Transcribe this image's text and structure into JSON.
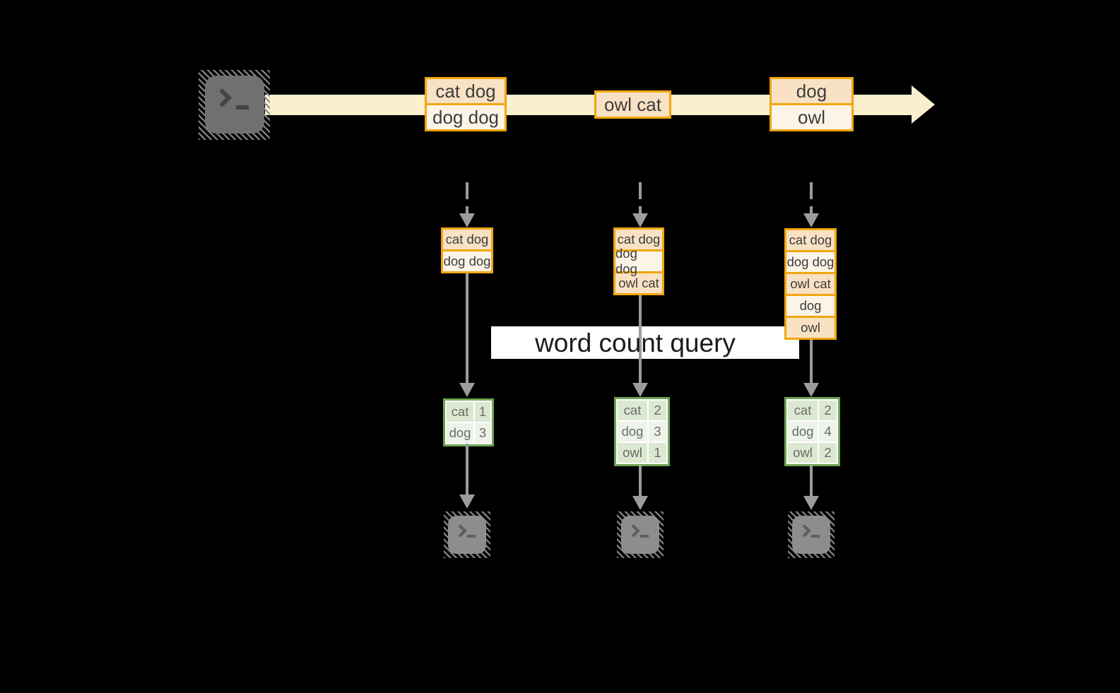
{
  "stream": {
    "batches": [
      {
        "rows": [
          "cat dog",
          "dog dog"
        ]
      },
      {
        "rows": [
          "owl cat"
        ]
      },
      {
        "rows": [
          "dog",
          "owl"
        ]
      }
    ]
  },
  "query": {
    "label": "word count query"
  },
  "columns": [
    {
      "buffer": [
        "cat dog",
        "dog dog"
      ],
      "counts": [
        {
          "word": "cat",
          "count": "1"
        },
        {
          "word": "dog",
          "count": "3"
        }
      ]
    },
    {
      "buffer": [
        "cat dog",
        "dog dog",
        "owl cat"
      ],
      "counts": [
        {
          "word": "cat",
          "count": "2"
        },
        {
          "word": "dog",
          "count": "3"
        },
        {
          "word": "owl",
          "count": "1"
        }
      ]
    },
    {
      "buffer": [
        "cat dog",
        "dog dog",
        "owl cat",
        "dog",
        "owl"
      ],
      "counts": [
        {
          "word": "cat",
          "count": "2"
        },
        {
          "word": "dog",
          "count": "4"
        },
        {
          "word": "owl",
          "count": "2"
        }
      ]
    }
  ],
  "icons": {
    "source": "terminal-icon",
    "sink": "terminal-icon"
  },
  "colors": {
    "background": "#000000",
    "stream_band": "#FAF0CE",
    "event_border": "#F1A610",
    "event_fill_dark": "#F9E2C4",
    "event_fill_light": "#FDF4E8",
    "table_border": "#6FA350",
    "table_fill_dark": "#DCE9D2",
    "table_fill_light": "#EDF3E9",
    "arrow": "#9C9C9C",
    "query_banner": "#FFFFFF"
  }
}
